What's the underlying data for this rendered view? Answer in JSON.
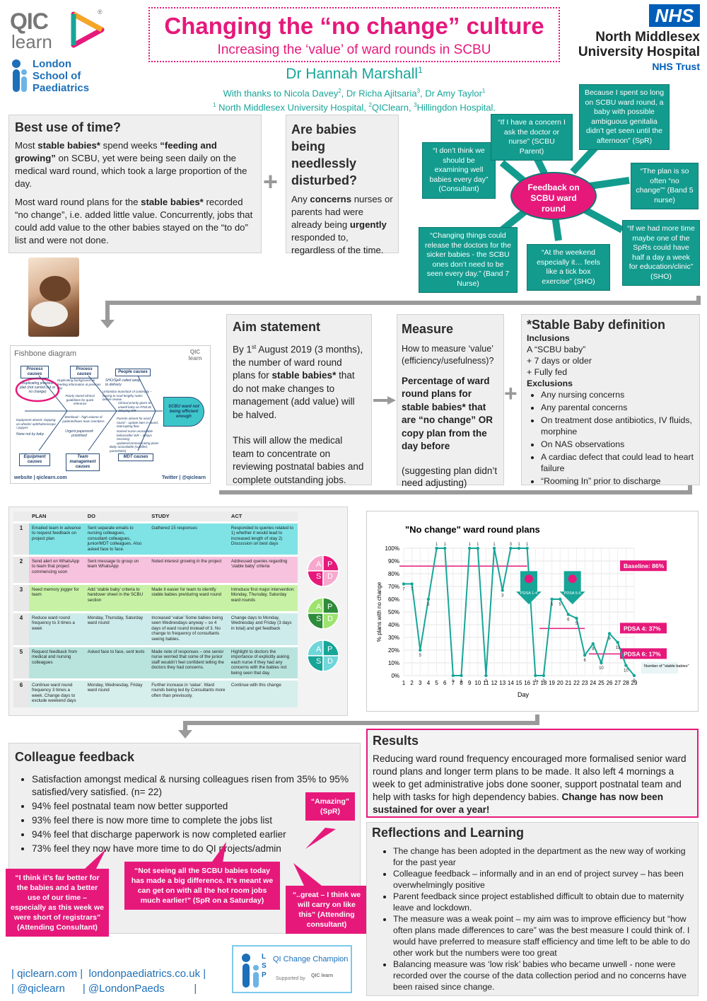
{
  "header": {
    "title": "Changing the “no change” culture",
    "subtitle": "Increasing the ‘value’ of ward rounds in SCBU",
    "author": "Dr Hannah Marshall",
    "author_sup": "1",
    "thanks_pre": "With thanks to Nicola Davey",
    "thanks_s2": "2",
    "thanks_mid1": ", Dr Richa Ajitsaria",
    "thanks_s3": "3",
    "thanks_mid2": ", Dr Amy Taylor",
    "thanks_s1": "1",
    "aff_s1": "1",
    "aff_1": " North Middlesex University Hospital, ",
    "aff_s2": "2",
    "aff_2": "QIClearn, ",
    "aff_s3": "3",
    "aff_3": "Hillingdon Hospital."
  },
  "logos": {
    "qic1": "QIC",
    "qic2": "learn",
    "qic_r": "®",
    "lsp1": "London",
    "lsp2": "School of",
    "lsp3": "Paediatrics",
    "nhs": "NHS",
    "hosp1": "North Middlesex",
    "hosp2": "University Hospital",
    "trust": "NHS Trust"
  },
  "best_use": {
    "title": "Best use of time?",
    "p1a": "Most ",
    "p1b": "stable babies*",
    "p1c": " spend weeks ",
    "p1d": "“feeding and growing”",
    "p1e": " on SCBU, yet were being seen daily on the medical ward round, which took a large proportion of the day.",
    "p2a": "Most ward round plans for the ",
    "p2b": "stable babies*",
    "p2c": " recorded “no change”, i.e. added little value. Concurrently, jobs that could add value to the other babies stayed on the “to do” list and were not done."
  },
  "plus": "+",
  "disturbed": {
    "title": "Are babies being needlessly disturbed?",
    "p1a": "Any ",
    "p1b": "concerns",
    "p1c": " nurses or parents had were already being ",
    "p1d": "urgently",
    "p1e": " responded to, regardless of the time."
  },
  "feedback_map": {
    "center": "Feedback on SCBU ward round",
    "b1": "“I don’t think we should be examining well babies every day” (Consultant)",
    "b2": "“If I have a concern I ask the doctor or nurse” (SCBU Parent)",
    "b3": "Because I spent so long on SCBU ward round, a baby with possible ambiguous genitalia didn’t get seen until the afternoon” (SpR)",
    "b4": "“The plan is so often “no change”” (Band 5 nurse)",
    "b5": "“If we had more time maybe one of the SpRs could have half a day a week for education/clinic” (SHO)",
    "b6": "“At the weekend especially it… feels like a tick box exercise” (SHO)",
    "b7": "“Changing things could release the doctors for the sicker babies - the SCBU ones don’t need to be seen every day.” (Band 7 Nurse)"
  },
  "fishbone": {
    "title": "Fishbone diagram",
    "logo": "QIC learn",
    "head": "SCBU ward not being efficient enough",
    "process1": "Process causes",
    "process2": "Process causes",
    "people": "People causes",
    "equipment": "Equipment causes",
    "team": "Team management causes",
    "mdt": "MDT causes",
    "c1": "Duplicating previous plan (not carried out or no change)",
    "c2": "Duplicating background on feeding information at previous day",
    "c3": "Poorly stored clinical guidelines for quick reference",
    "c4": "SHO/SpR called away to delivery",
    "c5": "Unfamiliar team/lack of continuity – having to read lengthy notes before review",
    "c6": "Clinical priority given to unwell baby on P/N/LW, delaying WR",
    "c7": "Workload – high volume of patients/fewer team members",
    "c8": "Urgent paperwork prioritised",
    "c9": "Equipment absent: clapping on wheels/ ophthalmoscope / pupyet",
    "c10": "Parents absent for ward round – update later in round, interrupting flow",
    "c11": "Named nurse unavailable before/after WR – delays receiving updates/communicating plans",
    "c12": "None not by baby",
    "c13": "Baby unavailable (cuddled, parent/skin)",
    "web": "website | qiclearn.com",
    "twitter": "Twitter | @qiclearn"
  },
  "aim": {
    "title": "Aim statement",
    "p1a": "By 1",
    "p1sup": "st",
    "p1b": " August 2019 (3 months), the number of ward round plans for ",
    "p1c": "stable babies*",
    "p1d": " that do not make changes to management (add value) will be halved.",
    "p2": "This will allow the medical team to concentrate on reviewing postnatal babies and complete outstanding jobs."
  },
  "measure": {
    "title": "Measure",
    "q": "How to measure ‘value’ (efficiency/usefulness)?",
    "bold": "Percentage of ward round plans for stable babies* that are “no change” OR copy plan from the day before",
    "note": "(suggesting plan didn’t need adjusting)"
  },
  "stable": {
    "title": "*Stable Baby definition",
    "inc_h": "Inclusions",
    "inc": [
      "A “SCBU baby”",
      "+ 7 days or older",
      "+ Fully fed"
    ],
    "exc_h": "Exclusions",
    "exc": [
      "Any nursing concerns",
      "Any parental concerns",
      "On treatment dose antibiotics, IV fluids, morphine",
      "On NAS observations",
      "A cardiac defect that could lead to heart failure",
      "“Rooming In” prior to discharge"
    ]
  },
  "pdsa": {
    "headers": [
      "",
      "PLAN",
      "DO",
      "STUDY",
      "ACT"
    ],
    "rows": [
      [
        "1",
        "Emailed team in advance to request feedback on project plan",
        "Sent separate emails to nursing colleagues, consultant colleagues, junior/MDT colleagues. Also asked face to face.",
        "Gathered 15 responses",
        "Responded to queries related to 1) whether it would lead to increased length of stay 2) Discussion on best days"
      ],
      [
        "2",
        "Send alert on WhatsApp to team that project commencing soon",
        "Sent message to group on team WhatsApp",
        "Noted interest growing in the project",
        "Addressed queries regarding ‘stable baby’ criteria"
      ],
      [
        "3",
        "Need memory jogger for team",
        "Add ‘stable baby’ criteria to handover sheet in the SCBU section",
        "Made it easier for team to identify stable babies pre/during ward round",
        "Introduce first major intervention: Monday, Thursday, Saturday ward rounds"
      ],
      [
        "4",
        "Reduce ward round frequency to 3 times a week",
        "Monday, Thursday, Saturday ward round",
        "Increased ‘value’ Some babies being seen Wednesdays anyway – so 4 days of ward round instead of 3. No change to frequency of consultants seeing babies.",
        "Change days to Monday, Wednesday and Friday (3 days in total) and get feedback"
      ],
      [
        "5",
        "Request feedback from medical and nursing colleagues",
        "Asked face to face, sent texts",
        "Made note of responses – one senior nurse worried that some of the junior staff wouldn’t feel confident telling the doctors they had concerns.",
        "Highlight to doctors the importance of explicitly asking each nurse if they had any concerns with the babies not being seen that day."
      ],
      [
        "6",
        "Continue ward round frequency 3 times a week. Change days to exclude weekend days",
        "Monday, Wednesday, Friday ward round",
        "Further increase in ‘value’. Ward rounds being led by Consultants more often than previously.",
        "Continue with this change"
      ]
    ],
    "cycle": [
      "A",
      "P",
      "S",
      "D"
    ]
  },
  "chart_data": {
    "type": "line",
    "title": "\"No change\" ward round plans",
    "xlabel": "Day",
    "ylabel": "% plans with no change",
    "ylim": [
      0,
      100
    ],
    "yticks": [
      "0%",
      "10%",
      "20%",
      "30%",
      "40%",
      "50%",
      "60%",
      "70%",
      "80%",
      "90%",
      "100%"
    ],
    "x": [
      1,
      2,
      3,
      4,
      5,
      6,
      7,
      8,
      9,
      10,
      11,
      12,
      13,
      14,
      15,
      16,
      17,
      18,
      19,
      20,
      21,
      22,
      23,
      24,
      25,
      26,
      27,
      28,
      29
    ],
    "values": [
      72,
      72,
      20,
      60,
      100,
      100,
      0,
      0,
      100,
      100,
      0,
      100,
      67,
      100,
      100,
      100,
      0,
      0,
      60,
      60,
      48,
      45,
      16,
      25,
      10,
      33,
      26,
      8,
      0
    ],
    "counts": [
      "7",
      "7",
      "5",
      "5",
      "1",
      "1",
      "1",
      "1",
      "1",
      "1",
      "3",
      "1",
      "3",
      "3",
      "1",
      "1",
      "1",
      "3",
      "5",
      "5",
      "6",
      "5",
      "6",
      "9",
      "10",
      "9",
      "11",
      "10",
      "9"
    ],
    "baselines": [
      {
        "label": "Baseline: 86%",
        "value": 86
      },
      {
        "label": "PDSA 4: 37%",
        "value": 37
      },
      {
        "label": "PDSA 6: 17%",
        "value": 17
      }
    ],
    "markers": [
      "PDSA 1-4",
      "PDSA 5-6"
    ],
    "counts_legend": "Number of \"stable babies\""
  },
  "colleague": {
    "title": "Colleague feedback",
    "items": [
      "Satisfaction amongst medical & nursing colleagues risen from 35% to 95% satisfied/very satisfied. (n= 22)",
      "94% feel postnatal team now better supported",
      "93% feel there is now more time to complete the jobs list",
      "94% feel that discharge paperwork is now completed earlier",
      "73% feel they now have more time to do QI projects/admin"
    ],
    "q1": "“I think it’s far better for the babies and a better use of our time – especially as this week we were short of registrars” (Attending Consultant)",
    "q2": "“Not seeing all the SCBU babies today has made a big difference. It’s meant we can get on with all the hot room jobs much earlier!” (SpR on a Saturday)",
    "q3": "“Amazing” (SpR)",
    "q4": "“..great – I think we will carry on like this” (Attending consultant)"
  },
  "results": {
    "title": "Results",
    "p": "Reducing ward round frequency encouraged more formalised senior ward round plans and longer term plans to be made. It also left 4 mornings a week to get administrative jobs done sooner, support postnatal team and help with tasks for high dependency babies. ",
    "bold": "Change has now been sustained for over a year!"
  },
  "reflections": {
    "title": "Reflections and Learning",
    "items": [
      "The change has been adopted in the department as the new way of working for the past year",
      "Colleague feedback – informally and in an end of project survey – has been overwhelmingly positive",
      "Parent feedback since project established difficult to obtain due to maternity leave and lockdown.",
      "The measure was a weak point – my aim was to improve efficiency but “how often plans made differences to care” was the best measure I could think of. I would have preferred to measure staff efficiency and time left to be able to do other work but the numbers were too great",
      "Balancing measure was ‘low risk’ babies who became unwell - none were recorded over the course of the data collection period and no concerns have been raised since change."
    ]
  },
  "footer": {
    "l1a": "| qiclearn.com |",
    "l1b": "londonpaediatrics.co.uk |",
    "l2a": "| @qiclearn",
    "l2b": "| @LondonPaeds",
    "l2c": "|",
    "champion": "QI Change Champion",
    "supported": "Supported by",
    "lsp": "LSP",
    "qic": "QIC learn"
  },
  "colors": {
    "teal": "#17a598",
    "pink": "#e6197b",
    "dark_teal": "#139b8e"
  }
}
